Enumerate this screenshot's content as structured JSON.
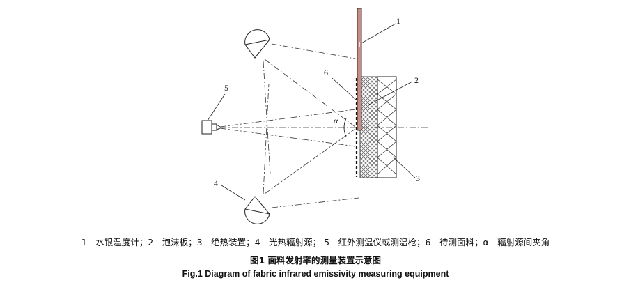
{
  "figure": {
    "labels": {
      "n1": "1",
      "n2": "2",
      "n3": "3",
      "n4": "4",
      "n5": "5",
      "n6": "6",
      "alpha": "α"
    },
    "colors": {
      "line": "#222222",
      "rod": "#c98b86"
    }
  },
  "caption": {
    "legend": "1—水银温度计；2—泡沫板；3—绝热装置；4—光热辐射源； 5—红外测温仪或测温枪；6—待测面料；α—辐射源间夹角",
    "title_cn": "图1 面料发射率的测量装置示意图",
    "title_en": "Fig.1 Diagram of fabric infrared emissivity measuring equipment"
  }
}
